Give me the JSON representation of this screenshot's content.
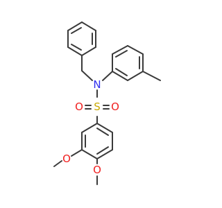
{
  "molecule": {
    "atoms": {
      "N": {
        "symbol": "N",
        "color": "#3030f0"
      },
      "S": {
        "symbol": "S",
        "color": "#c8a800"
      },
      "O1": {
        "symbol": "O",
        "color": "#f02020"
      },
      "O2": {
        "symbol": "O",
        "color": "#f02020"
      },
      "O3": {
        "symbol": "O",
        "color": "#f02020"
      },
      "O4": {
        "symbol": "O",
        "color": "#f02020"
      }
    },
    "bond_color": "#3a3a3a"
  }
}
